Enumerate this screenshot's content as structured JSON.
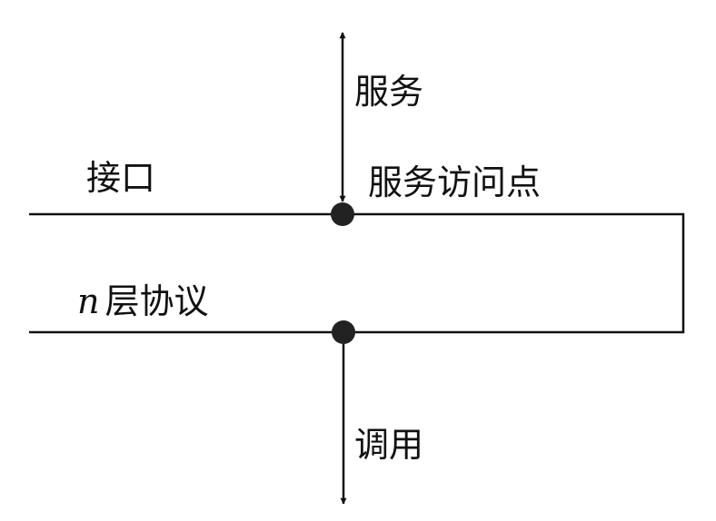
{
  "labels": {
    "service": "服务",
    "interface": "接口",
    "sap": "服务访问点",
    "layer_n": "n",
    "layer_protocol": "层协议",
    "call": "调用"
  },
  "colors": {
    "line": "#111111",
    "background": "#ffffff"
  }
}
